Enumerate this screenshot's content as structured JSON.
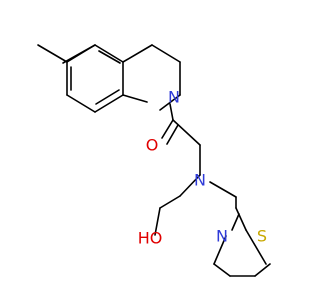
{
  "colors": {
    "bond": "#000000",
    "nitrogen": "#2f3bd8",
    "oxygen": "#e00000",
    "sulfur": "#c8a800",
    "background": "#ffffff"
  },
  "atoms": {
    "n_ring": "N",
    "n_amine": "N",
    "n_thiazole": "N",
    "o_carbonyl": "O",
    "o_hydroxyl": "HO",
    "s_thiazole": "S"
  }
}
